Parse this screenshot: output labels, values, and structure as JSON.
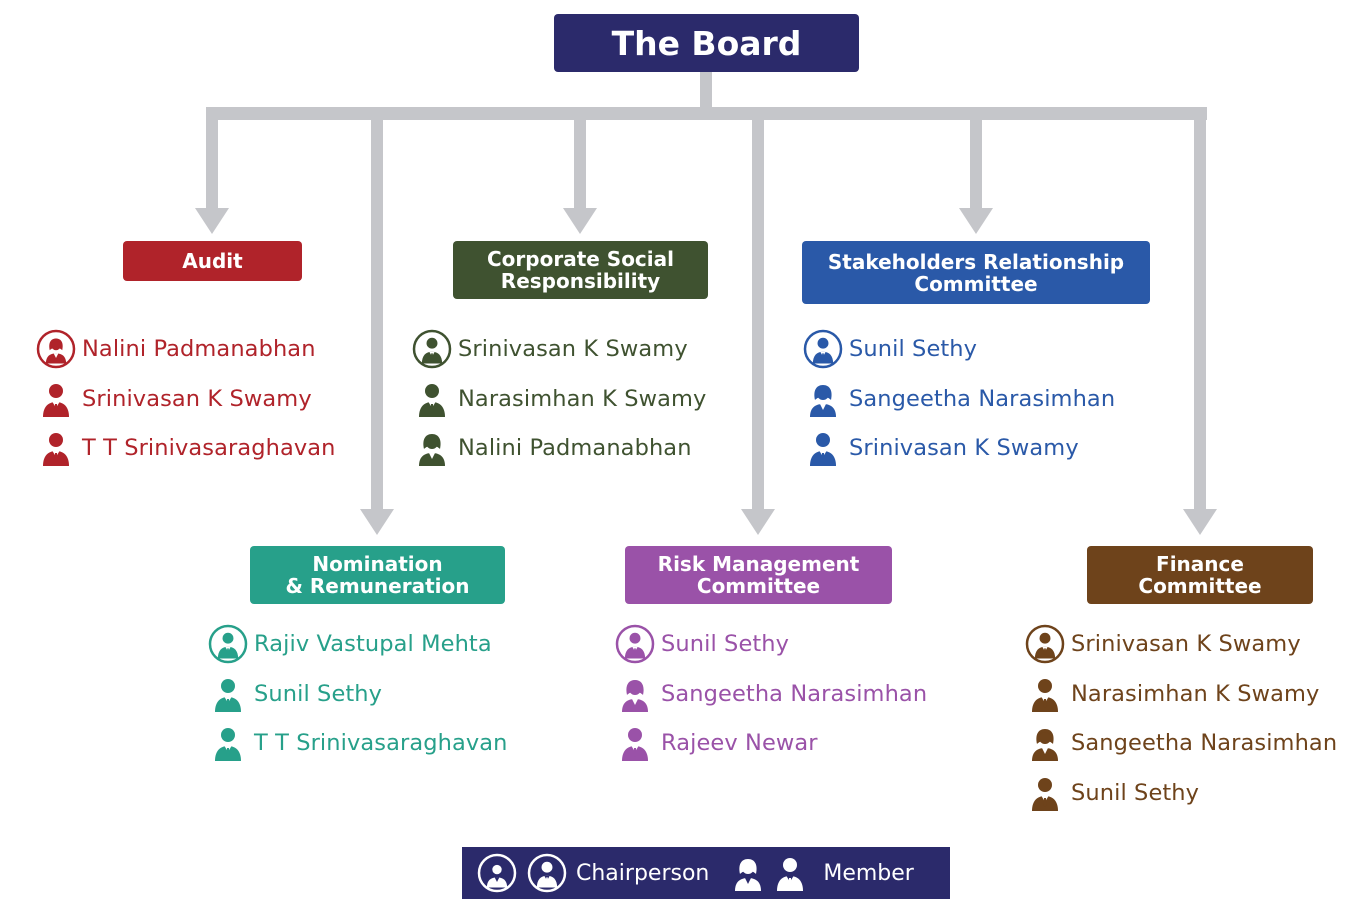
{
  "board": {
    "title": "The Board"
  },
  "committees": [
    {
      "id": "audit",
      "lines": [
        "Audit"
      ],
      "color": "#b0232a",
      "members": [
        {
          "name": "Nalini Padmanabhan",
          "role": "chairperson",
          "gender": "female"
        },
        {
          "name": "Srinivasan K Swamy",
          "role": "member",
          "gender": "male"
        },
        {
          "name": "T T Srinivasaraghavan",
          "role": "member",
          "gender": "male"
        }
      ]
    },
    {
      "id": "csr",
      "lines": [
        "Corporate Social",
        "Responsibility"
      ],
      "color": "#3f5230",
      "members": [
        {
          "name": "Srinivasan K Swamy",
          "role": "chairperson",
          "gender": "male"
        },
        {
          "name": "Narasimhan K Swamy",
          "role": "member",
          "gender": "male"
        },
        {
          "name": "Nalini Padmanabhan",
          "role": "member",
          "gender": "female"
        }
      ]
    },
    {
      "id": "stakeholders",
      "lines": [
        "Stakeholders Relationship",
        "Committee"
      ],
      "color": "#2a59a8",
      "members": [
        {
          "name": "Sunil Sethy",
          "role": "chairperson",
          "gender": "male"
        },
        {
          "name": "Sangeetha Narasimhan",
          "role": "member",
          "gender": "female"
        },
        {
          "name": "Srinivasan K Swamy",
          "role": "member",
          "gender": "male"
        }
      ]
    },
    {
      "id": "nomination",
      "lines": [
        "Nomination",
        "& Remuneration"
      ],
      "color": "#27a08a",
      "members": [
        {
          "name": "Rajiv Vastupal Mehta",
          "role": "chairperson",
          "gender": "male"
        },
        {
          "name": "Sunil Sethy",
          "role": "member",
          "gender": "male"
        },
        {
          "name": "T T Srinivasaraghavan",
          "role": "member",
          "gender": "male"
        }
      ]
    },
    {
      "id": "risk",
      "lines": [
        "Risk Management",
        "Committee"
      ],
      "color": "#9a52a8",
      "members": [
        {
          "name": "Sunil Sethy",
          "role": "chairperson",
          "gender": "male"
        },
        {
          "name": "Sangeetha Narasimhan",
          "role": "member",
          "gender": "female"
        },
        {
          "name": "Rajeev Newar",
          "role": "member",
          "gender": "male"
        }
      ]
    },
    {
      "id": "finance",
      "lines": [
        "Finance",
        "Committee"
      ],
      "color": "#6e431b",
      "members": [
        {
          "name": "Srinivasan K Swamy",
          "role": "chairperson",
          "gender": "male"
        },
        {
          "name": "Narasimhan K Swamy",
          "role": "member",
          "gender": "male"
        },
        {
          "name": "Sangeetha Narasimhan",
          "role": "member",
          "gender": "female"
        },
        {
          "name": "Sunil Sethy",
          "role": "member",
          "gender": "male"
        }
      ]
    }
  ],
  "legend": {
    "chairperson_label": "Chairperson",
    "member_label": "Member",
    "chairperson_icons": [
      "chairperson-female-icon",
      "chairperson-male-icon"
    ],
    "member_icons": [
      "member-female-icon",
      "member-male-icon"
    ]
  },
  "colors": {
    "board": "#2b2a6b",
    "connector": "#c5c6ca",
    "legend_bg": "#2b2a6b"
  }
}
